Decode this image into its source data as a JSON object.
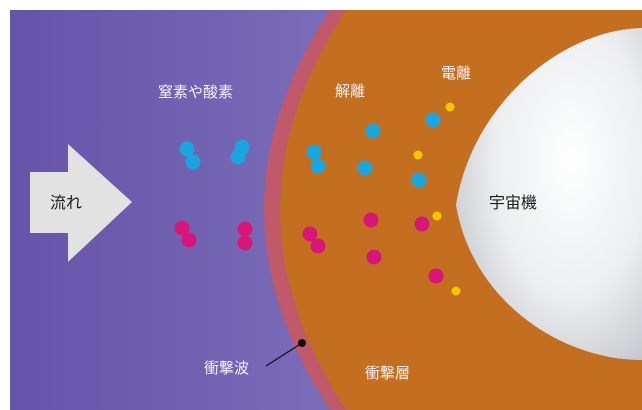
{
  "labels": {
    "nitrogen_oxygen": "窒素や酸素",
    "dissociation": "解離",
    "ionization": "電離",
    "flow": "流れ",
    "spacecraft": "宇宙機",
    "shock_wave": "衝撃波",
    "shock_layer": "衝撃層"
  },
  "colors": {
    "free_stream_left": "#6553a8",
    "free_stream_right": "#8f86c8",
    "shock_layer": "#c46f1f",
    "shock_wave": "#c0596a",
    "spacecraft": "#eef0f2",
    "flow_arrow": "#e2e2e2",
    "molecule_blue": "#19a6e0",
    "molecule_magenta": "#d8167a",
    "electron_yellow": "#f7c600"
  }
}
